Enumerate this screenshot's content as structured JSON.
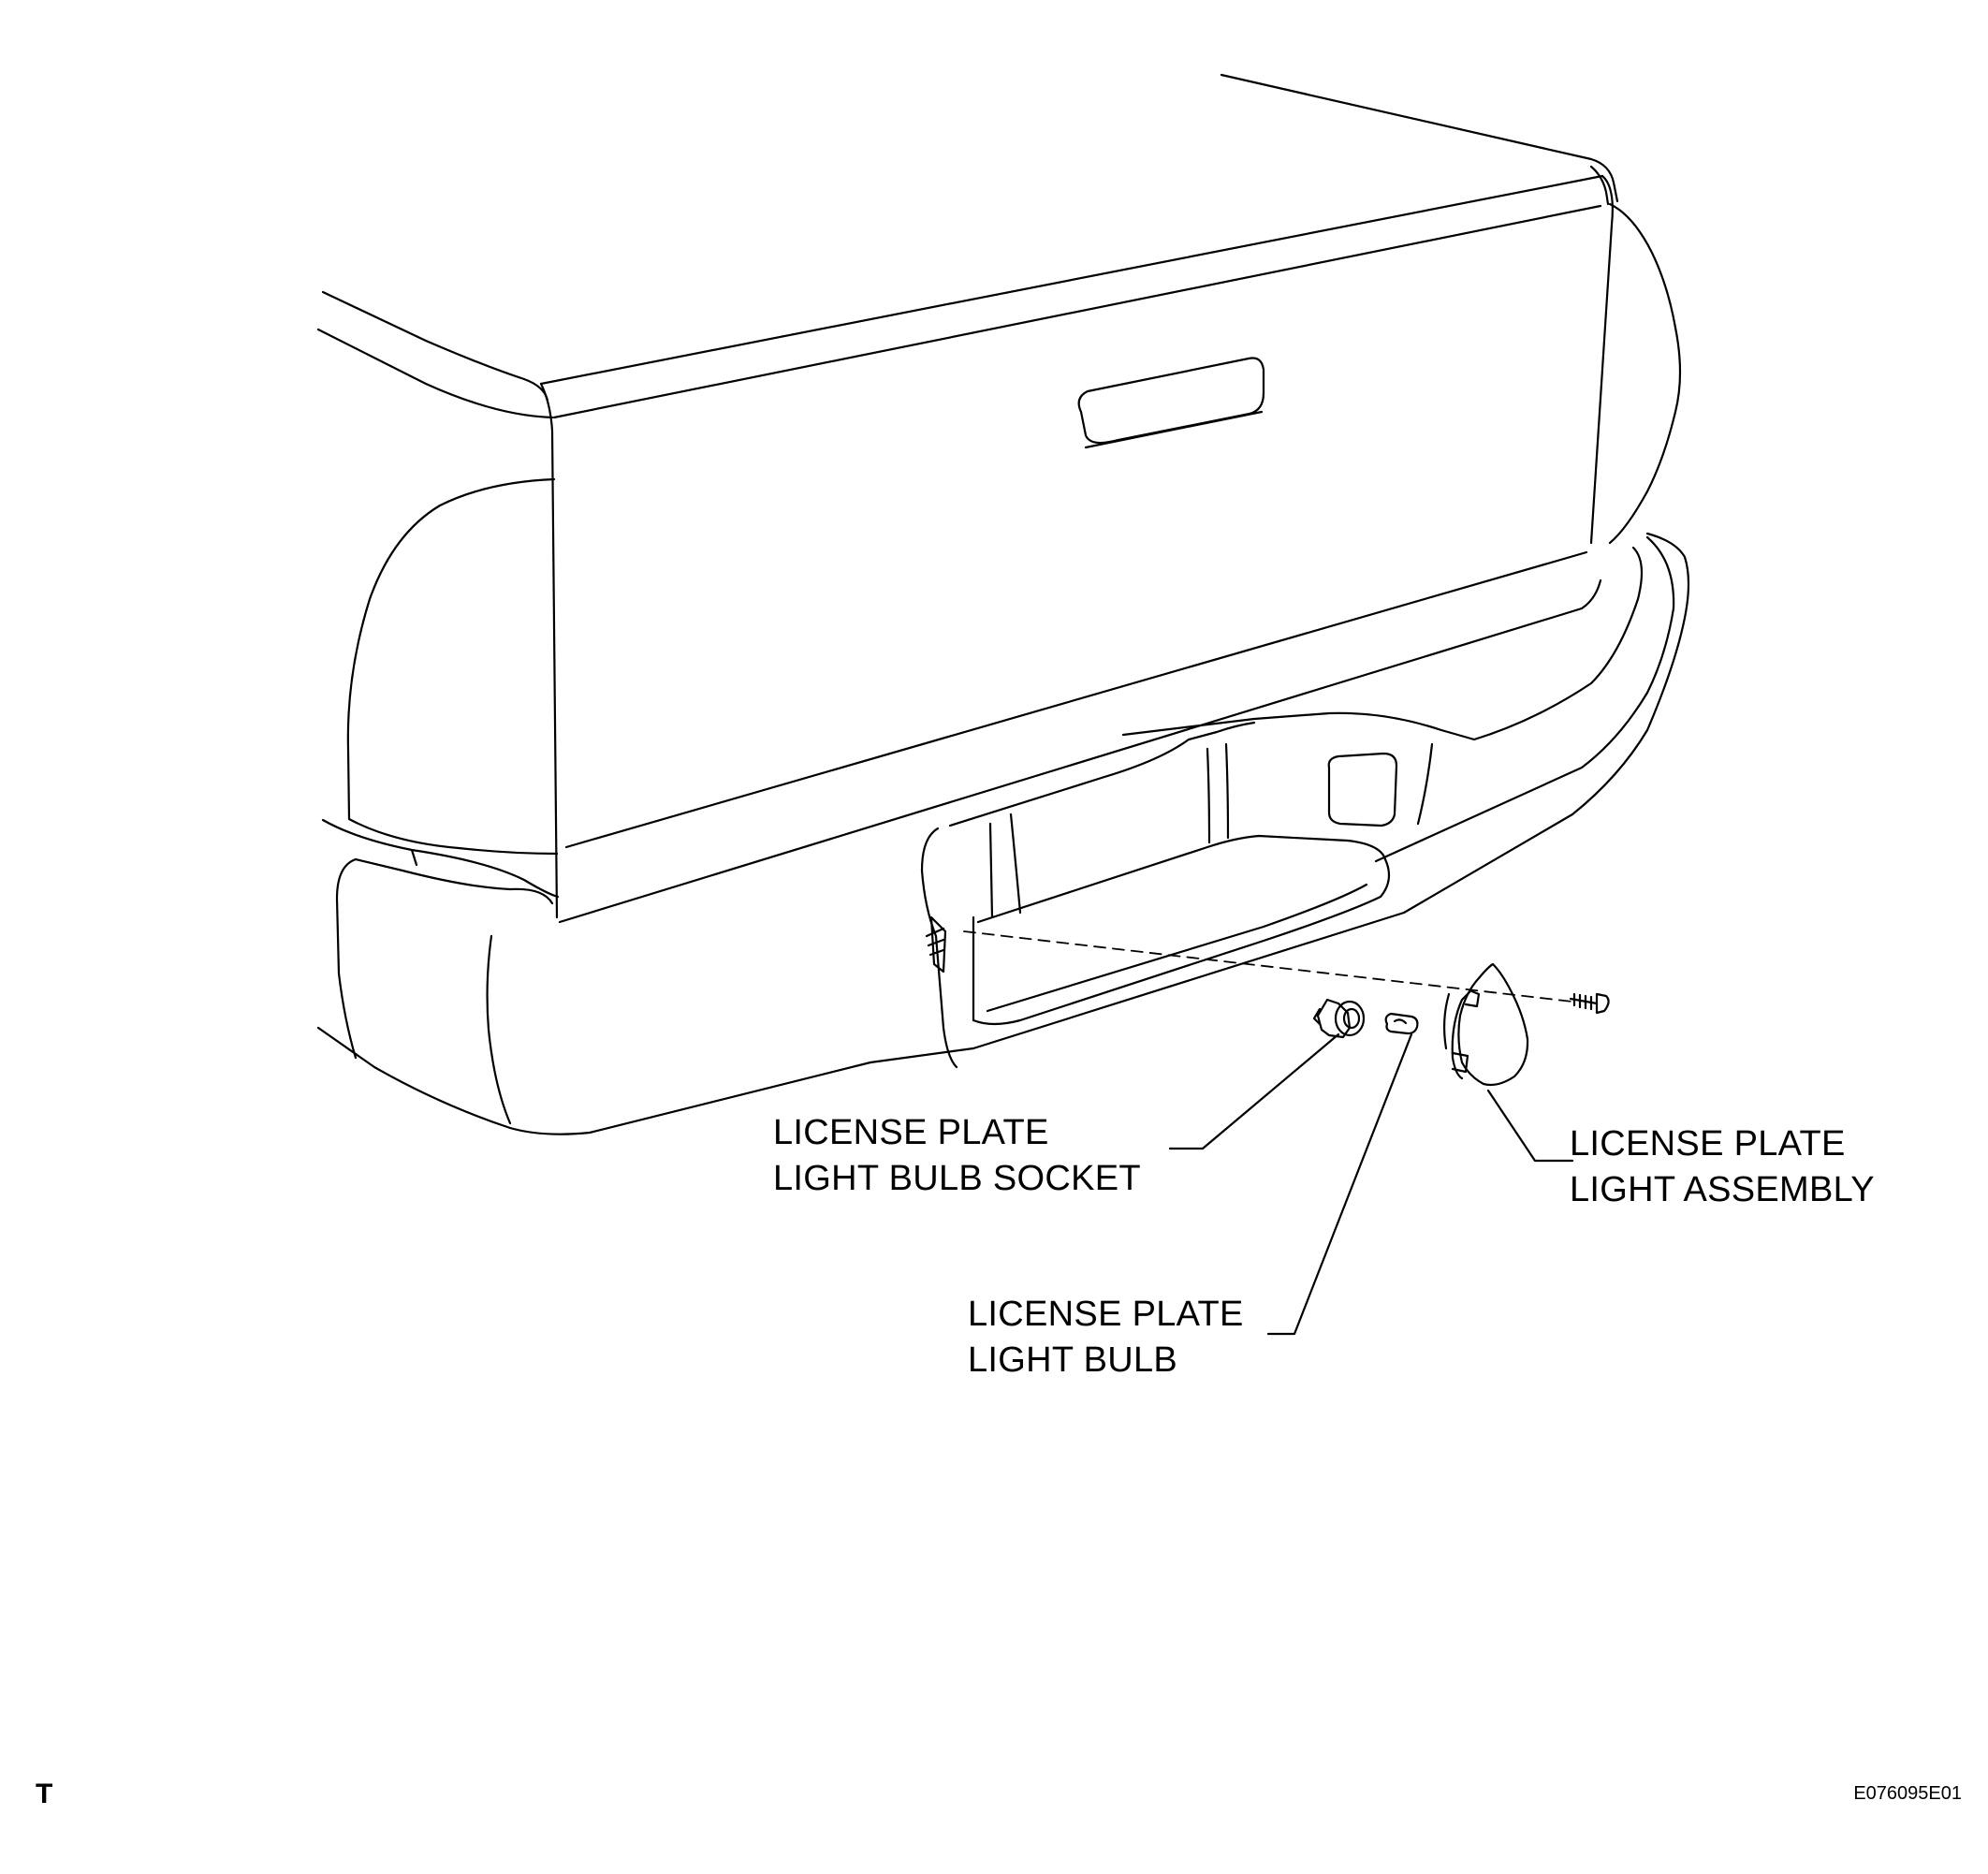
{
  "labels": {
    "socket": {
      "line1": "LICENSE PLATE",
      "line2": "LIGHT BULB SOCKET"
    },
    "assembly": {
      "line1": "LICENSE PLATE",
      "line2": "LIGHT ASSEMBLY"
    },
    "bulb": {
      "line1": "LICENSE PLATE",
      "line2": "LIGHT BULB"
    }
  },
  "corner_mark": "T",
  "figure_code": "E076095E01"
}
